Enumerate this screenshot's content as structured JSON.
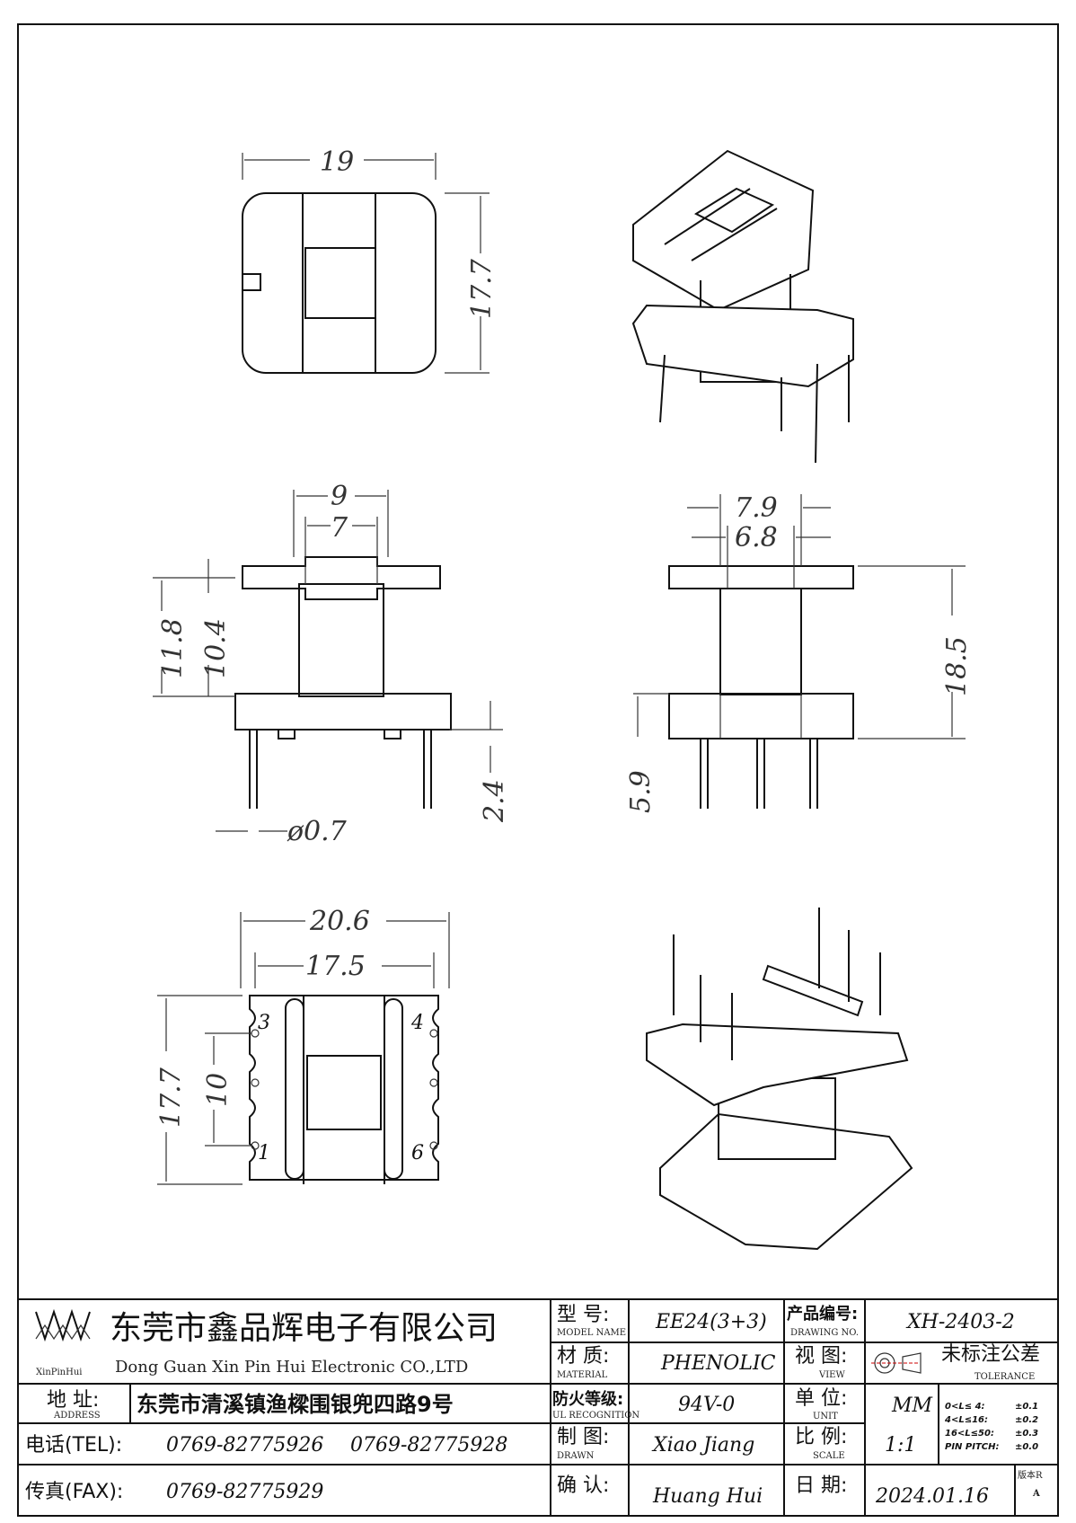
{
  "drawing": {
    "views": {
      "top": {
        "width": "19",
        "height": "17.7"
      },
      "front": {
        "outer_top": "9",
        "inner_top": "7",
        "height_outer": "11.8",
        "height_inner": "10.4",
        "pin_length": "2.4",
        "pin_dia": "ø0.7"
      },
      "side": {
        "outer_top": "7.9",
        "inner_top": "6.8",
        "height": "18.5",
        "base": "5.9"
      },
      "bottom": {
        "width_outer": "20.6",
        "width_inner": "17.5",
        "height": "17.7",
        "pin_span": "10",
        "pin_labels": [
          "3",
          "4",
          "1",
          "6"
        ]
      }
    }
  },
  "title_block": {
    "logo_text": "XinPinHui",
    "company_cn": "东莞市鑫品辉电子有限公司",
    "company_en": "Dong Guan Xin Pin Hui Electronic CO.,LTD",
    "address_label_cn": "地  址:",
    "address_label_en": "ADDRESS",
    "address_value": "东莞市清溪镇渔樑围银兜四路9号",
    "tel_label": "电话(TEL):",
    "tel_1": "0769-82775926",
    "tel_2": "0769-82775928",
    "fax_label": "传真(FAX):",
    "fax_value": "0769-82775929",
    "model_label_cn": "型  号:",
    "model_label_en": "MODEL NAME",
    "model_value": "EE24(3+3)",
    "material_label_cn": "材  质:",
    "material_label_en": "MATERIAL",
    "material_value": "PHENOLIC",
    "fire_label_cn": "防火等级:",
    "fire_label_en": "UL RECOGNITION",
    "fire_value": "94V-0",
    "drawn_label_cn": "制  图:",
    "drawn_label_en": "DRAWN",
    "drawn_value": "Xiao Jiang",
    "confirm_label_cn": "确  认:",
    "confirm_value": "Huang Hui",
    "drawing_no_label_cn": "产品编号:",
    "drawing_no_label_en": "DRAWING NO.",
    "drawing_no_value": "XH-2403-2",
    "view_label_cn": "视  图:",
    "view_label_en": "VIEW",
    "unit_label_cn": "单  位:",
    "unit_label_en": "UNIT",
    "unit_value": "MM",
    "scale_label_cn": "比  例:",
    "scale_label_en": "SCALE",
    "scale_value": "1:1",
    "date_label_cn": "日  期:",
    "date_value": "2024.01.16",
    "tolerance_label_cn": "未标注公差",
    "tolerance_label_en": "TOLERANCE",
    "tolerance_rows": [
      {
        "range": "0<L≤ 4:",
        "value": "±0.1"
      },
      {
        "range": "4<L≤16:",
        "value": "±0.2"
      },
      {
        "range": "16<L≤50:",
        "value": "±0.3"
      },
      {
        "range": "PIN PITCH:",
        "value": "±0.0"
      }
    ],
    "version_label": "版本R",
    "version_value": "A"
  }
}
